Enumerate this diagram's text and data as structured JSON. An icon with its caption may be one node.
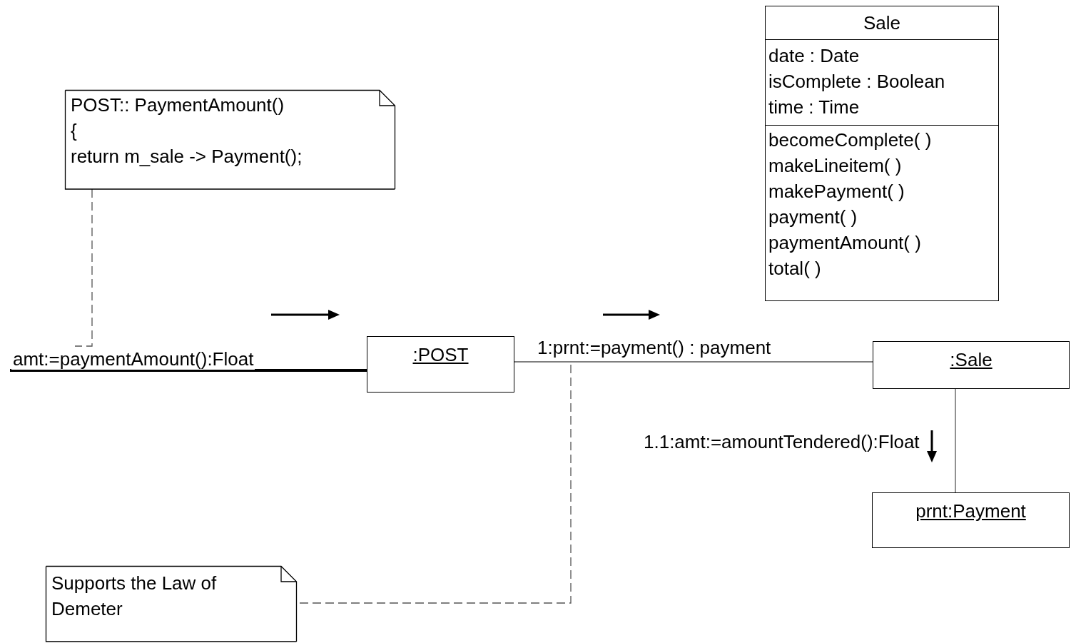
{
  "diagram": {
    "nodes": [
      {
        "text": [
          "Sale",
          "date : Date",
          "isComplete : Boolean",
          "time : Time",
          "becomeComplete( )",
          "makeLineitem( )",
          "makePayment( )",
          "payment( )",
          "paymentAmount( )",
          "total( )"
        ]
      },
      {
        "text": [
          "POST:: PaymentAmount()",
          "{",
          "return m_sale -> Payment();"
        ]
      },
      {
        "text": [
          ":POST"
        ]
      },
      {
        "text": [
          ":Sale"
        ]
      },
      {
        "text": [
          "prnt:Payment"
        ]
      },
      {
        "text": [
          "Supports the Law of Demeter"
        ]
      }
    ],
    "edges": [
      {
        "from": null,
        "to": 2,
        "arrow": "none",
        "style": "thick",
        "label": "amt:=paymentAmount():Float"
      },
      {
        "from": 2,
        "to": 3,
        "arrow": "none",
        "label": "1:prnt:=payment() : payment"
      },
      {
        "from": 3,
        "to": 4,
        "arrow": "none",
        "label": "1.1:amt:=amountTendered():Float"
      },
      {
        "from": 1,
        "to": null,
        "arrow": "none",
        "style": "dashed"
      },
      {
        "from": 5,
        "to": null,
        "arrow": "none",
        "style": "dashed"
      }
    ]
  }
}
